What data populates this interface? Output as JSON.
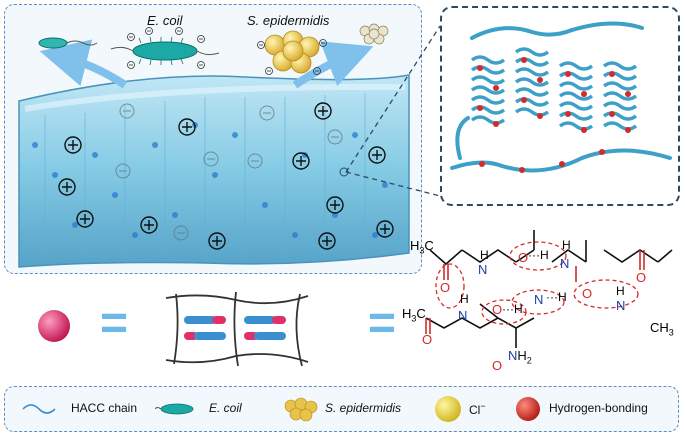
{
  "top": {
    "ecoli_label": "E. coil",
    "sepi_label": "S. epidermidis"
  },
  "charges": {
    "plus": "+",
    "minus": "−"
  },
  "chem": {
    "h3c_a": "H",
    "h3c_b": "C",
    "h3c_sub": "3",
    "n": "N",
    "o": "O",
    "h": "H",
    "c": "C",
    "hbond": "···H",
    "nh2_n": "N",
    "nh2_h": "H",
    "nh2_sub": "2",
    "ch3_c": "CH",
    "ch3_sub": "3",
    "ch3": "CH3"
  },
  "equals": "=",
  "legend": {
    "hacc": "HACC chain",
    "ecoli": "E. coil",
    "sepi": "S. epidermidis",
    "chloride": "Cl",
    "chloride_sup": "−",
    "hbonding": "Hydrogen-bonding"
  },
  "colors": {
    "gel": "#7ec8e3",
    "gel_dark": "#3f8fb8",
    "panel_border": "#5a8fc4",
    "sphere_pink": "#e0306a",
    "strand_blue": "#3a8fd0",
    "helix": "#3da0c8",
    "red_bead": "#d52a2a",
    "chloride": "#e8d22a",
    "bacteria": "#2fb6b0",
    "ecoli_body": "#1aa9a5",
    "sepi": "#e8c34a"
  }
}
